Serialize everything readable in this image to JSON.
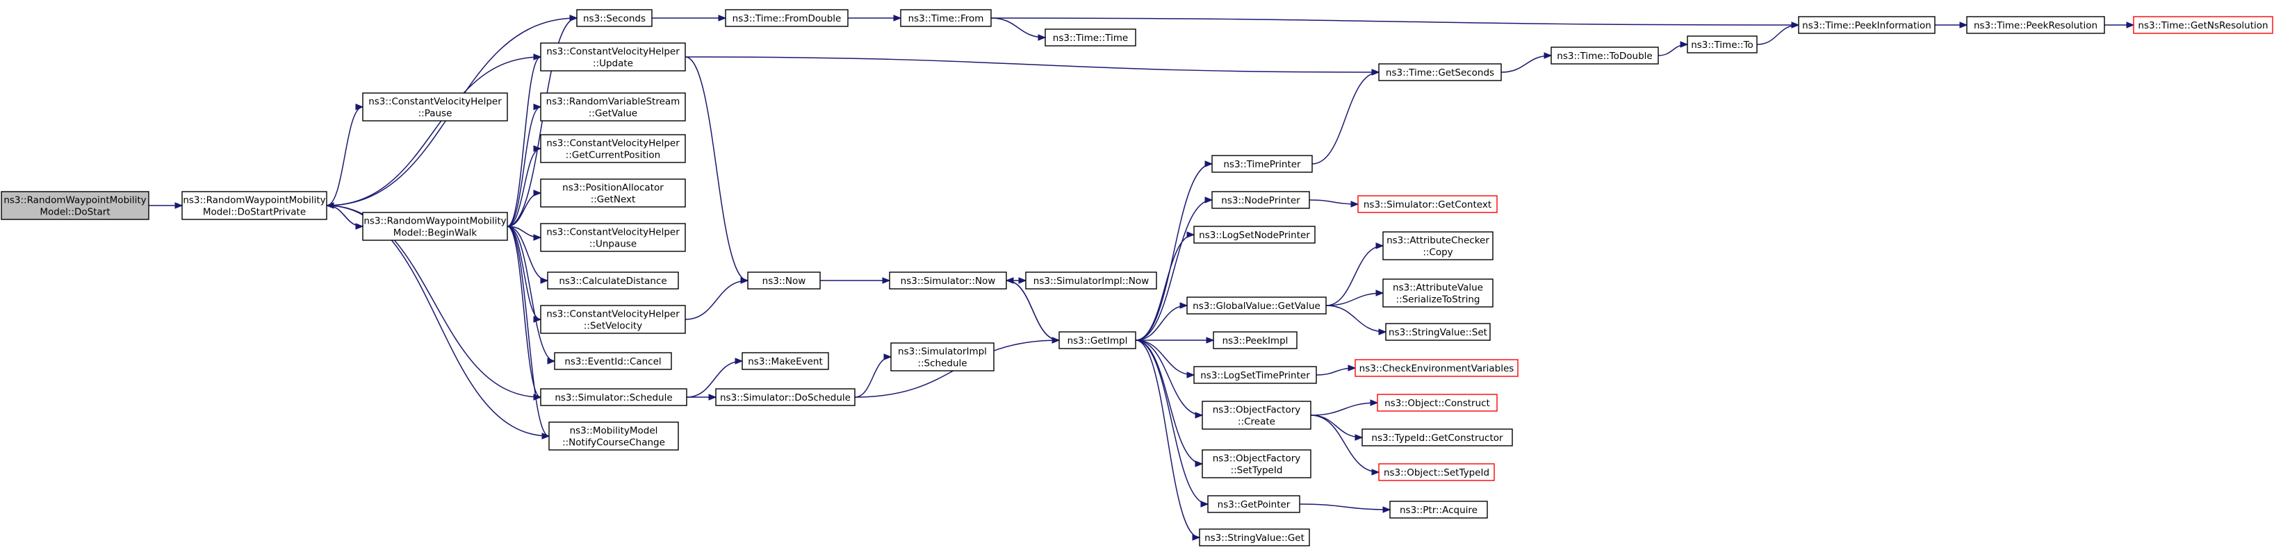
{
  "colors": {
    "edge": "#191970",
    "node_border": "#000000",
    "node_fill": "#ffffff",
    "current_fill": "#bfbfbf",
    "truncated_border": "#ff0000"
  },
  "nodes": [
    {
      "id": "dostart",
      "lines": [
        "ns3::RandomWaypointMobility",
        "Model::DoStart"
      ],
      "style": "current"
    },
    {
      "id": "dostartprivate",
      "lines": [
        "ns3::RandomWaypointMobility",
        "Model::DoStartPrivate"
      ],
      "style": "normal"
    },
    {
      "id": "pause",
      "lines": [
        "ns3::ConstantVelocityHelper",
        "::Pause"
      ],
      "style": "normal"
    },
    {
      "id": "beginwalk",
      "lines": [
        "ns3::RandomWaypointMobility",
        "Model::BeginWalk"
      ],
      "style": "normal"
    },
    {
      "id": "seconds",
      "lines": [
        "ns3::Seconds"
      ],
      "style": "normal"
    },
    {
      "id": "cvh_update",
      "lines": [
        "ns3::ConstantVelocityHelper",
        "::Update"
      ],
      "style": "normal"
    },
    {
      "id": "rvs_getvalue",
      "lines": [
        "ns3::RandomVariableStream",
        "::GetValue"
      ],
      "style": "normal"
    },
    {
      "id": "cvh_getcurrentposition",
      "lines": [
        "ns3::ConstantVelocityHelper",
        "::GetCurrentPosition"
      ],
      "style": "normal"
    },
    {
      "id": "posalloc_getnext",
      "lines": [
        "ns3::PositionAllocator",
        "::GetNext"
      ],
      "style": "normal"
    },
    {
      "id": "cvh_unpause",
      "lines": [
        "ns3::ConstantVelocityHelper",
        "::Unpause"
      ],
      "style": "normal"
    },
    {
      "id": "calculatedistance",
      "lines": [
        "ns3::CalculateDistance"
      ],
      "style": "normal"
    },
    {
      "id": "cvh_setvelocity",
      "lines": [
        "ns3::ConstantVelocityHelper",
        "::SetVelocity"
      ],
      "style": "normal"
    },
    {
      "id": "eventid_cancel",
      "lines": [
        "ns3::EventId::Cancel"
      ],
      "style": "normal"
    },
    {
      "id": "sim_schedule",
      "lines": [
        "ns3::Simulator::Schedule"
      ],
      "style": "normal"
    },
    {
      "id": "notifycoursechange",
      "lines": [
        "ns3::MobilityModel",
        "::NotifyCourseChange"
      ],
      "style": "normal"
    },
    {
      "id": "time_fromdouble",
      "lines": [
        "ns3::Time::FromDouble"
      ],
      "style": "normal"
    },
    {
      "id": "now",
      "lines": [
        "ns3::Now"
      ],
      "style": "normal"
    },
    {
      "id": "makeevent",
      "lines": [
        "ns3::MakeEvent"
      ],
      "style": "normal"
    },
    {
      "id": "sim_doschedule",
      "lines": [
        "ns3::Simulator::DoSchedule"
      ],
      "style": "normal"
    },
    {
      "id": "time_from",
      "lines": [
        "ns3::Time::From"
      ],
      "style": "normal"
    },
    {
      "id": "sim_now",
      "lines": [
        "ns3::Simulator::Now"
      ],
      "style": "normal"
    },
    {
      "id": "simimpl_schedule",
      "lines": [
        "ns3::SimulatorImpl",
        "::Schedule"
      ],
      "style": "normal"
    },
    {
      "id": "time_time",
      "lines": [
        "ns3::Time::Time"
      ],
      "style": "normal"
    },
    {
      "id": "simimpl_now",
      "lines": [
        "ns3::SimulatorImpl::Now"
      ],
      "style": "normal"
    },
    {
      "id": "getimpl",
      "lines": [
        "ns3::GetImpl"
      ],
      "style": "normal"
    },
    {
      "id": "timeprinter",
      "lines": [
        "ns3::TimePrinter"
      ],
      "style": "normal"
    },
    {
      "id": "nodeprinter",
      "lines": [
        "ns3::NodePrinter"
      ],
      "style": "normal"
    },
    {
      "id": "logsetnodeprinter",
      "lines": [
        "ns3::LogSetNodePrinter"
      ],
      "style": "normal"
    },
    {
      "id": "globalvalue_getvalue",
      "lines": [
        "ns3::GlobalValue::GetValue"
      ],
      "style": "normal"
    },
    {
      "id": "peekimpl",
      "lines": [
        "ns3::PeekImpl"
      ],
      "style": "normal"
    },
    {
      "id": "logsettimeprinter",
      "lines": [
        "ns3::LogSetTimePrinter"
      ],
      "style": "normal"
    },
    {
      "id": "objectfactory_create",
      "lines": [
        "ns3::ObjectFactory",
        "::Create"
      ],
      "style": "normal"
    },
    {
      "id": "objectfactory_settypeid",
      "lines": [
        "ns3::ObjectFactory",
        "::SetTypeId"
      ],
      "style": "normal"
    },
    {
      "id": "getpointer",
      "lines": [
        "ns3::GetPointer"
      ],
      "style": "normal"
    },
    {
      "id": "stringvalue_get",
      "lines": [
        "ns3::StringValue::Get"
      ],
      "style": "normal"
    },
    {
      "id": "time_getseconds",
      "lines": [
        "ns3::Time::GetSeconds"
      ],
      "style": "normal"
    },
    {
      "id": "sim_getcontext",
      "lines": [
        "ns3::Simulator::GetContext"
      ],
      "style": "truncated"
    },
    {
      "id": "attrchecker_copy",
      "lines": [
        "ns3::AttributeChecker",
        "::Copy"
      ],
      "style": "normal"
    },
    {
      "id": "attrvalue_serialize",
      "lines": [
        "ns3::AttributeValue",
        "::SerializeToString"
      ],
      "style": "normal"
    },
    {
      "id": "stringvalue_set",
      "lines": [
        "ns3::StringValue::Set"
      ],
      "style": "normal"
    },
    {
      "id": "checkenvvars",
      "lines": [
        "ns3::CheckEnvironmentVariables"
      ],
      "style": "truncated"
    },
    {
      "id": "object_construct",
      "lines": [
        "ns3::Object::Construct"
      ],
      "style": "truncated"
    },
    {
      "id": "typeid_getconstructor",
      "lines": [
        "ns3::TypeId::GetConstructor"
      ],
      "style": "normal"
    },
    {
      "id": "object_settypeid",
      "lines": [
        "ns3::Object::SetTypeId"
      ],
      "style": "truncated"
    },
    {
      "id": "ptr_acquire",
      "lines": [
        "ns3::Ptr::Acquire"
      ],
      "style": "normal"
    },
    {
      "id": "time_todouble",
      "lines": [
        "ns3::Time::ToDouble"
      ],
      "style": "normal"
    },
    {
      "id": "time_to",
      "lines": [
        "ns3::Time::To"
      ],
      "style": "normal"
    },
    {
      "id": "time_peekinformation",
      "lines": [
        "ns3::Time::PeekInformation"
      ],
      "style": "normal"
    },
    {
      "id": "time_peekresolution",
      "lines": [
        "ns3::Time::PeekResolution"
      ],
      "style": "normal"
    },
    {
      "id": "time_getnsresolution",
      "lines": [
        "ns3::Time::GetNsResolution"
      ],
      "style": "truncated"
    }
  ],
  "edges": [
    [
      "dostart",
      "dostartprivate"
    ],
    [
      "dostartprivate",
      "pause"
    ],
    [
      "dostartprivate",
      "beginwalk"
    ],
    [
      "dostartprivate",
      "seconds"
    ],
    [
      "dostartprivate",
      "cvh_update"
    ],
    [
      "dostartprivate",
      "sim_schedule"
    ],
    [
      "dostartprivate",
      "notifycoursechange"
    ],
    [
      "beginwalk",
      "dostartprivate"
    ],
    [
      "beginwalk",
      "seconds"
    ],
    [
      "beginwalk",
      "cvh_update"
    ],
    [
      "beginwalk",
      "rvs_getvalue"
    ],
    [
      "beginwalk",
      "cvh_getcurrentposition"
    ],
    [
      "beginwalk",
      "posalloc_getnext"
    ],
    [
      "beginwalk",
      "cvh_unpause"
    ],
    [
      "beginwalk",
      "calculatedistance"
    ],
    [
      "beginwalk",
      "cvh_setvelocity"
    ],
    [
      "beginwalk",
      "eventid_cancel"
    ],
    [
      "beginwalk",
      "sim_schedule"
    ],
    [
      "beginwalk",
      "notifycoursechange"
    ],
    [
      "seconds",
      "time_fromdouble"
    ],
    [
      "time_fromdouble",
      "time_from"
    ],
    [
      "time_from",
      "time_time"
    ],
    [
      "time_from",
      "time_peekinformation"
    ],
    [
      "cvh_update",
      "time_getseconds"
    ],
    [
      "cvh_update",
      "now"
    ],
    [
      "cvh_setvelocity",
      "now"
    ],
    [
      "now",
      "sim_now"
    ],
    [
      "sim_now",
      "simimpl_now"
    ],
    [
      "sim_now",
      "getimpl"
    ],
    [
      "sim_schedule",
      "makeevent"
    ],
    [
      "sim_schedule",
      "sim_doschedule"
    ],
    [
      "sim_doschedule",
      "simimpl_schedule"
    ],
    [
      "sim_doschedule",
      "getimpl"
    ],
    [
      "getimpl",
      "sim_now"
    ],
    [
      "getimpl",
      "timeprinter"
    ],
    [
      "getimpl",
      "nodeprinter"
    ],
    [
      "getimpl",
      "logsetnodeprinter"
    ],
    [
      "getimpl",
      "globalvalue_getvalue"
    ],
    [
      "getimpl",
      "peekimpl"
    ],
    [
      "getimpl",
      "logsettimeprinter"
    ],
    [
      "getimpl",
      "objectfactory_create"
    ],
    [
      "getimpl",
      "objectfactory_settypeid"
    ],
    [
      "getimpl",
      "getpointer"
    ],
    [
      "getimpl",
      "stringvalue_get"
    ],
    [
      "timeprinter",
      "time_getseconds"
    ],
    [
      "nodeprinter",
      "sim_getcontext"
    ],
    [
      "globalvalue_getvalue",
      "attrchecker_copy"
    ],
    [
      "globalvalue_getvalue",
      "attrvalue_serialize"
    ],
    [
      "globalvalue_getvalue",
      "stringvalue_set"
    ],
    [
      "logsettimeprinter",
      "checkenvvars"
    ],
    [
      "objectfactory_create",
      "object_construct"
    ],
    [
      "objectfactory_create",
      "typeid_getconstructor"
    ],
    [
      "objectfactory_create",
      "object_settypeid"
    ],
    [
      "getpointer",
      "ptr_acquire"
    ],
    [
      "time_getseconds",
      "time_todouble"
    ],
    [
      "time_todouble",
      "time_to"
    ],
    [
      "time_to",
      "time_peekinformation"
    ],
    [
      "time_peekinformation",
      "time_peekresolution"
    ],
    [
      "time_peekresolution",
      "time_getnsresolution"
    ]
  ]
}
